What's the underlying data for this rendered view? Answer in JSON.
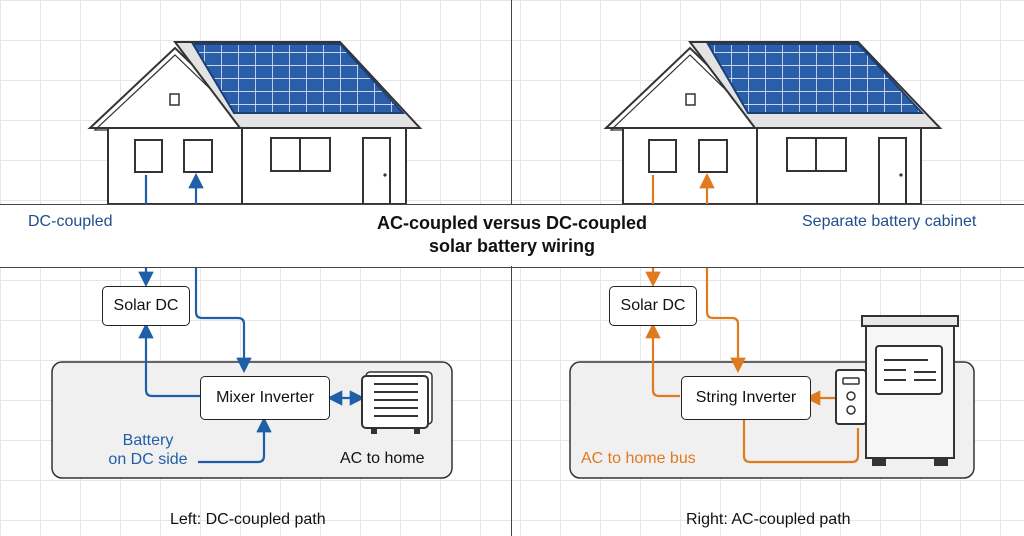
{
  "title": {
    "line1": "AC-coupled versus DC-coupled",
    "line2": "solar battery wiring"
  },
  "left": {
    "heading": "DC-coupled",
    "solar_box": "Solar DC",
    "inverter_box": "Mixer Inverter",
    "battery_label": {
      "line1": "Battery",
      "line2": "on DC side"
    },
    "ac_label": "AC to home",
    "caption": "Left: DC-coupled path"
  },
  "right": {
    "heading": "Separate battery cabinet",
    "solar_box": "Solar DC",
    "inverter_box": "String Inverter",
    "ac_label": "AC to home bus",
    "caption": "Right: AC-coupled path"
  },
  "colors": {
    "dc_path": "#1f5fa8",
    "ac_path": "#e07a1f",
    "panel": "#2a5ea8",
    "outline": "#222222"
  },
  "icons": [
    "house-icon",
    "solar-panel-icon",
    "battery-unit-icon",
    "battery-cabinet-icon",
    "ac-disconnect-icon"
  ]
}
